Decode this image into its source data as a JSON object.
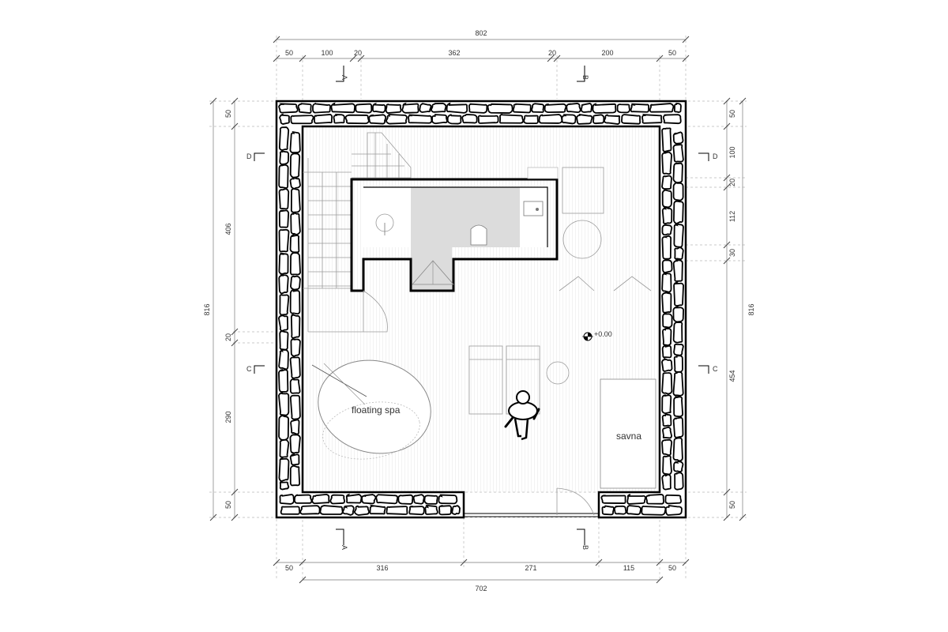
{
  "dimensions": {
    "top_total": "802",
    "top_segments": [
      "50",
      "100",
      "20",
      "362",
      "20",
      "200",
      "50"
    ],
    "bottom_total": "702",
    "bottom_segments": [
      "50",
      "316",
      "271",
      "115",
      "50"
    ],
    "left_total": "816",
    "left_segments": [
      "50",
      "406",
      "20",
      "290",
      "50"
    ],
    "right_total": "816",
    "right_segments": [
      "50",
      "100",
      "20",
      "112",
      "30",
      "454",
      "50"
    ]
  },
  "section_marks": {
    "top": [
      "A",
      "B"
    ],
    "bottom": [
      "A",
      "B"
    ],
    "left": [
      "D",
      "C"
    ],
    "right": [
      "D",
      "C"
    ]
  },
  "labels": {
    "floating_spa": "floating spa",
    "savna": "savna",
    "level": "+0.00"
  }
}
